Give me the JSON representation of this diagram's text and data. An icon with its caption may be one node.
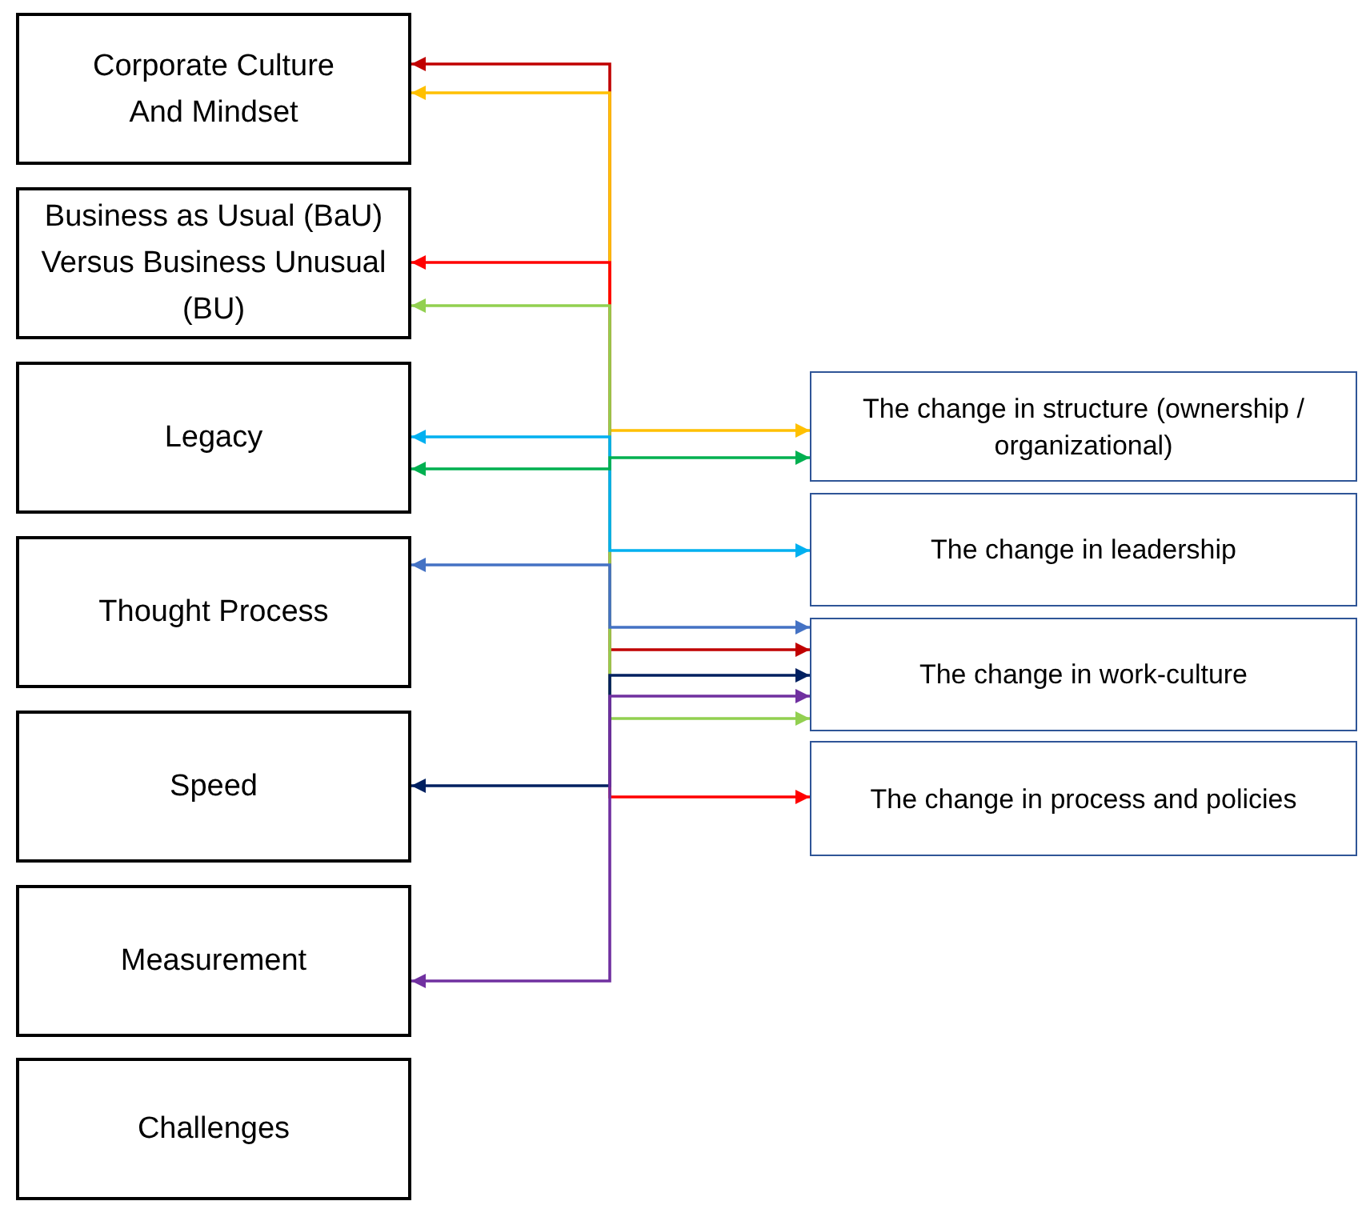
{
  "diagram": {
    "nodes": [
      {
        "text": [
          "Corporate Culture And Mindset"
        ]
      },
      {
        "text": [
          "Business as Usual (BaU) Versus Business Unusual (BU)"
        ]
      },
      {
        "text": [
          "Legacy"
        ]
      },
      {
        "text": [
          "Thought Process"
        ]
      },
      {
        "text": [
          "Speed"
        ]
      },
      {
        "text": [
          "Measurement"
        ]
      },
      {
        "text": [
          "Challenges"
        ]
      },
      {
        "text": [
          "The change in structure (ownership / organizational)"
        ]
      },
      {
        "text": [
          "The change in leadership"
        ]
      },
      {
        "text": [
          "The change in work-culture"
        ]
      },
      {
        "text": [
          "The change in process and policies"
        ]
      }
    ],
    "edges": [
      {
        "from": 9,
        "to": 0,
        "arrow": "both",
        "color": "#c00000"
      },
      {
        "from": 7,
        "to": 0,
        "arrow": "both",
        "color": "#ffc000"
      },
      {
        "from": 10,
        "to": 1,
        "arrow": "both",
        "color": "#ff0000"
      },
      {
        "from": 9,
        "to": 1,
        "arrow": "both",
        "color": "#92d050"
      },
      {
        "from": 8,
        "to": 2,
        "arrow": "both",
        "color": "#00b0f0"
      },
      {
        "from": 7,
        "to": 2,
        "arrow": "both",
        "color": "#00b050"
      },
      {
        "from": 9,
        "to": 3,
        "arrow": "both",
        "color": "#4472c4"
      },
      {
        "from": 9,
        "to": 4,
        "arrow": "both",
        "color": "#002060"
      },
      {
        "from": 9,
        "to": 5,
        "arrow": "both",
        "color": "#7030a0"
      }
    ]
  }
}
